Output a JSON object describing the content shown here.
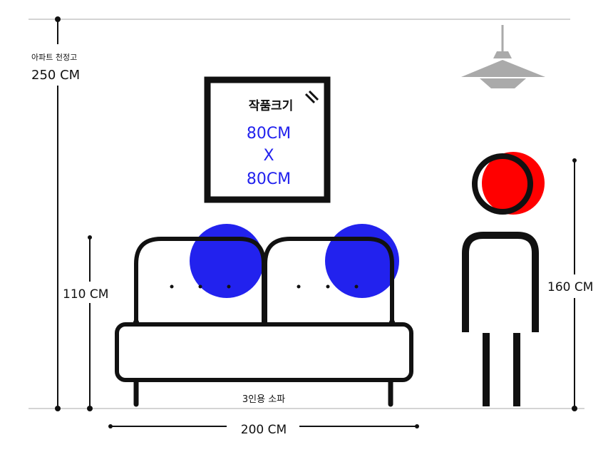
{
  "ceiling": {
    "caption": "아파트 천정고",
    "height_label": "250 CM"
  },
  "artwork": {
    "title": "작품크기",
    "width": "80CM",
    "times": "X",
    "height": "80CM"
  },
  "sofa": {
    "height_label": "110 CM",
    "name": "3인용 소파",
    "width_label": "200 CM"
  },
  "person": {
    "height_label": "160 CM"
  },
  "colors": {
    "accent_blue": "#2222ee",
    "red": "#ff0000",
    "line": "#111111",
    "guide": "#aaaaaa",
    "lamp": "#aaaaaa"
  }
}
